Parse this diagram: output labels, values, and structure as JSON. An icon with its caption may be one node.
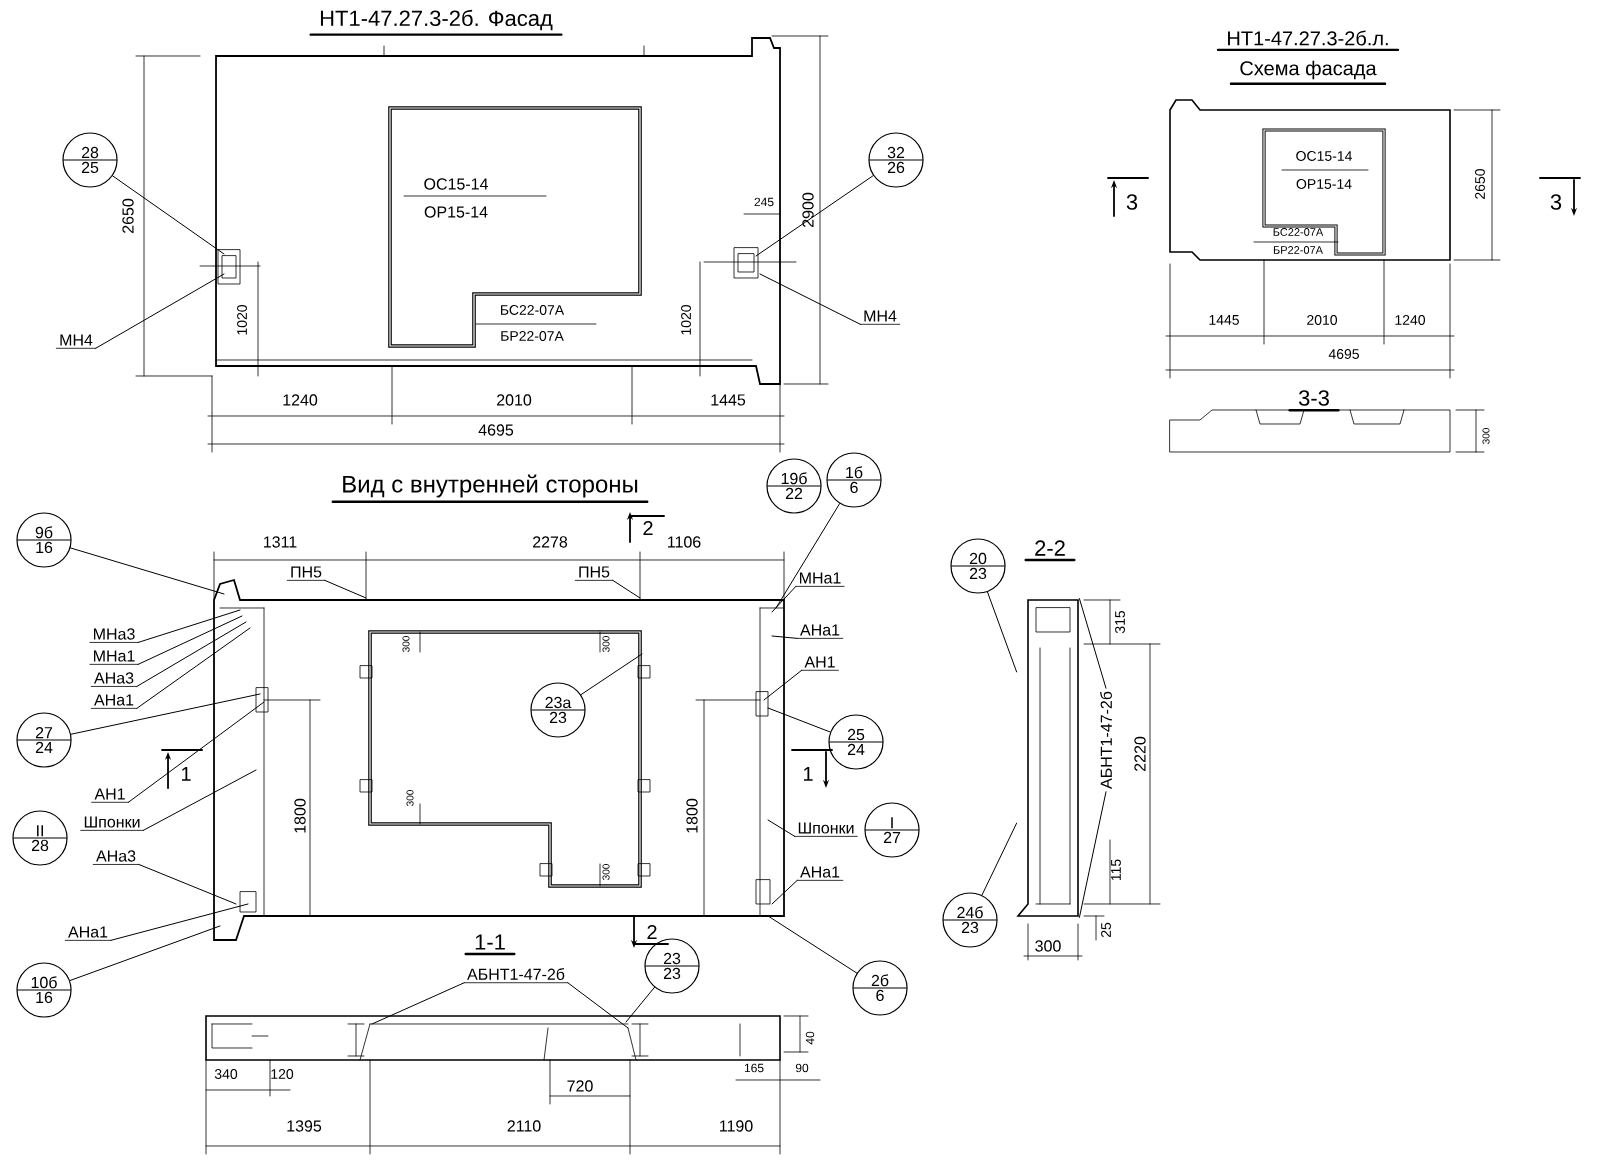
{
  "diagram": {
    "nodes": [
      {
        "text": [
          "28",
          "25"
        ]
      },
      {
        "text": [
          "32",
          "26"
        ]
      },
      {
        "text": [
          "МН4"
        ]
      },
      {
        "text": [
          "МН4"
        ]
      },
      {
        "text": [
          "ПН5"
        ]
      },
      {
        "text": [
          "ПН5"
        ]
      },
      {
        "text": [
          "19б",
          "22"
        ]
      },
      {
        "text": [
          "1б",
          "6"
        ]
      },
      {
        "text": [
          "9б",
          "16"
        ]
      },
      {
        "text": [
          "МНа3"
        ]
      },
      {
        "text": [
          "МНа1"
        ]
      },
      {
        "text": [
          "АНа3"
        ]
      },
      {
        "text": [
          "АНа1"
        ]
      },
      {
        "text": [
          "МНа1"
        ]
      },
      {
        "text": [
          "АНа1"
        ]
      },
      {
        "text": [
          "АН1"
        ]
      },
      {
        "text": [
          "27",
          "24"
        ]
      },
      {
        "text": [
          "23а",
          "23"
        ]
      },
      {
        "text": [
          "25",
          "24"
        ]
      },
      {
        "text": [
          "АН1"
        ]
      },
      {
        "text": [
          "II",
          "28"
        ]
      },
      {
        "text": [
          "Шпонки"
        ]
      },
      {
        "text": [
          "АНа3"
        ]
      },
      {
        "text": [
          "Шпонки"
        ]
      },
      {
        "text": [
          "I",
          "27"
        ]
      },
      {
        "text": [
          "АНа1"
        ]
      },
      {
        "text": [
          "АНа1"
        ]
      },
      {
        "text": [
          "2б",
          "6"
        ]
      },
      {
        "text": [
          "10б",
          "16"
        ]
      },
      {
        "text": [
          "23",
          "23"
        ]
      },
      {
        "text": [
          "20",
          "23"
        ]
      },
      {
        "text": [
          "24б",
          "23"
        ]
      },
      {
        "text": [
          "АБНТ1-47-2б"
        ]
      },
      {
        "text": [
          "АБНТ1-47-2б"
        ]
      },
      {
        "text": [],
        "shape": "picture"
      }
    ],
    "edges": [
      {
        "from": 0,
        "to": null,
        "arrow": "none"
      },
      {
        "from": 2,
        "to": null,
        "arrow": "none"
      },
      {
        "from": 1,
        "to": null,
        "arrow": "none"
      },
      {
        "from": 3,
        "to": null,
        "arrow": "none"
      },
      {
        "from": 4,
        "to": null,
        "arrow": "none"
      },
      {
        "from": 5,
        "to": null,
        "arrow": "none"
      },
      {
        "from": 7,
        "to": null,
        "arrow": "none"
      },
      {
        "from": 8,
        "to": null,
        "arrow": "none"
      },
      {
        "from": 9,
        "to": null,
        "arrow": "none"
      },
      {
        "from": 10,
        "to": null,
        "arrow": "none"
      },
      {
        "from": 11,
        "to": null,
        "arrow": "none"
      },
      {
        "from": 12,
        "to": null,
        "arrow": "none"
      },
      {
        "from": 13,
        "to": null,
        "arrow": "none"
      },
      {
        "from": 14,
        "to": null,
        "arrow": "none"
      },
      {
        "from": 15,
        "to": null,
        "arrow": "none"
      },
      {
        "from": 16,
        "to": null,
        "arrow": "none"
      },
      {
        "from": 17,
        "to": null,
        "arrow": "none"
      },
      {
        "from": 18,
        "to": null,
        "arrow": "none"
      },
      {
        "from": 19,
        "to": null,
        "arrow": "none"
      },
      {
        "from": 21,
        "to": null,
        "arrow": "none"
      },
      {
        "from": 22,
        "to": null,
        "arrow": "none"
      },
      {
        "from": 23,
        "to": null,
        "arrow": "none"
      },
      {
        "from": 25,
        "to": null,
        "arrow": "none"
      },
      {
        "from": 26,
        "to": null,
        "arrow": "none"
      },
      {
        "from": 27,
        "to": null,
        "arrow": "none"
      },
      {
        "from": 28,
        "to": null,
        "arrow": "none"
      },
      {
        "from": 29,
        "to": null,
        "arrow": "none"
      },
      {
        "from": 32,
        "to": null,
        "arrow": "none"
      },
      {
        "from": 32,
        "to": null,
        "arrow": "none"
      },
      {
        "from": 30,
        "to": 34,
        "arrow": "none"
      },
      {
        "from": 31,
        "to": 34,
        "arrow": "none"
      },
      {
        "from": 33,
        "to": 34,
        "arrow": "none"
      },
      {
        "from": 33,
        "to": 34,
        "arrow": "none"
      }
    ],
    "labels": [
      "НТ1-47.27.3-2б. Фасад",
      "НТ1-47.27.3-2б.л.",
      "Схема фасада",
      "2650",
      "ОС15-14",
      "ОР15-14",
      "245",
      "2900",
      "3",
      "ОС15-14",
      "ОР15-14",
      "3",
      "2650",
      "1020",
      "БС22-07А",
      "БР22-07А",
      "1020",
      "БС22-07А",
      "БР22-07А",
      "1240",
      "2010",
      "1445",
      "1445",
      "2010",
      "1240",
      "4695",
      "4695",
      "3-3",
      "300",
      "Вид с внутренней стороны",
      "1311",
      "2278",
      "2",
      "1106",
      "2-2",
      "300",
      "300",
      "315",
      "1",
      "1",
      "1800",
      "300",
      "1800",
      "2220",
      "300",
      "115",
      "1-1",
      "2",
      "25",
      "300",
      "40",
      "340",
      "120",
      "165",
      "90",
      "720",
      "1395",
      "2110",
      "1190"
    ]
  }
}
